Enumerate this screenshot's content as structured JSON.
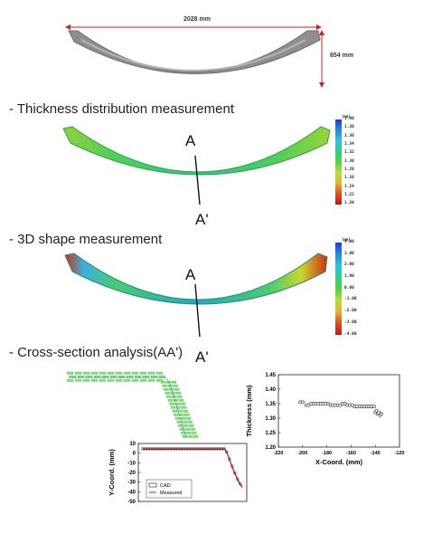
{
  "top_view": {
    "width_label": "2028 mm",
    "height_label": "654 mm"
  },
  "sections": {
    "thickness": "- Thickness distribution measurement",
    "shape3d": "- 3D shape measurement",
    "cross": "- Cross-section analysis(AA')"
  },
  "markers": {
    "a_label": "A",
    "a_prime_label": "A'"
  },
  "thickness_colorbar": {
    "unit": "[mm]",
    "labels": [
      "1.40",
      "1.38",
      "1.36",
      "1.34",
      "1.32",
      "1.30",
      "1.28",
      "1.26",
      "1.24",
      "1.22",
      "1.20"
    ]
  },
  "shape_colorbar": {
    "unit": "[mm]",
    "labels": [
      "4.00",
      "3.00",
      "2.00",
      "1.00",
      "0.00",
      "-1.00",
      "-2.00",
      "-3.00",
      "-4.00"
    ]
  },
  "colors": {
    "dim_arrow": "#cc2222",
    "part_gray": "#8e8e8e",
    "measured": "#cc2222",
    "cad": "#333333"
  },
  "chart_data": [
    {
      "type": "scatter",
      "xlabel": "X-Coord. (mm)",
      "ylabel": "Thickness (mm)",
      "xlim": [
        -220,
        -120
      ],
      "ylim": [
        1.2,
        1.45
      ],
      "xticks": [
        "-220",
        "-200",
        "-180",
        "-160",
        "-140",
        "-120"
      ],
      "yticks": [
        "1.45",
        "1.40",
        "1.35",
        "1.30",
        "1.25",
        "1.20"
      ],
      "series": [
        {
          "x": [
            -202,
            -200,
            -197,
            -195,
            -193,
            -191,
            -189,
            -187,
            -185,
            -183,
            -181,
            -179,
            -177,
            -175,
            -173,
            -171,
            -169,
            -167,
            -165,
            -163,
            -161,
            -159,
            -157,
            -155,
            -153,
            -151,
            -149,
            -147,
            -145,
            -143,
            -141,
            -140,
            -139,
            -138,
            -137,
            -136,
            -135
          ],
          "y": [
            1.355,
            1.355,
            1.345,
            1.345,
            1.35,
            1.35,
            1.35,
            1.35,
            1.35,
            1.35,
            1.35,
            1.35,
            1.345,
            1.345,
            1.345,
            1.345,
            1.345,
            1.35,
            1.35,
            1.345,
            1.345,
            1.345,
            1.34,
            1.34,
            1.34,
            1.34,
            1.34,
            1.34,
            1.34,
            1.34,
            1.34,
            1.32,
            1.325,
            1.315,
            1.32,
            1.31,
            1.315
          ]
        }
      ]
    },
    {
      "type": "line",
      "xlabel": "",
      "ylabel": "Y-Coord. (mm)",
      "xlim": [
        0,
        100
      ],
      "ylim": [
        -50,
        10
      ],
      "yticks": [
        "10",
        "0",
        "-10",
        "-20",
        "-30",
        "-40",
        "-50"
      ],
      "series": [
        {
          "name": "CAD",
          "x": [
            4,
            20,
            40,
            60,
            75,
            80,
            82,
            84,
            86,
            88,
            90,
            92,
            94,
            96
          ],
          "y": [
            4.5,
            4.5,
            4.5,
            4.5,
            4.5,
            4.5,
            0,
            -6,
            -12,
            -18,
            -23,
            -28,
            -32,
            -35
          ]
        },
        {
          "name": "Measured",
          "x": [
            4,
            20,
            40,
            60,
            75,
            80,
            82,
            84,
            86,
            88,
            90,
            92,
            94,
            96
          ],
          "y": [
            4.0,
            4.0,
            4.0,
            4.0,
            4.0,
            4.0,
            -0.5,
            -6.5,
            -12.5,
            -18.5,
            -23.5,
            -28.5,
            -32.5,
            -35.5
          ]
        }
      ]
    }
  ]
}
